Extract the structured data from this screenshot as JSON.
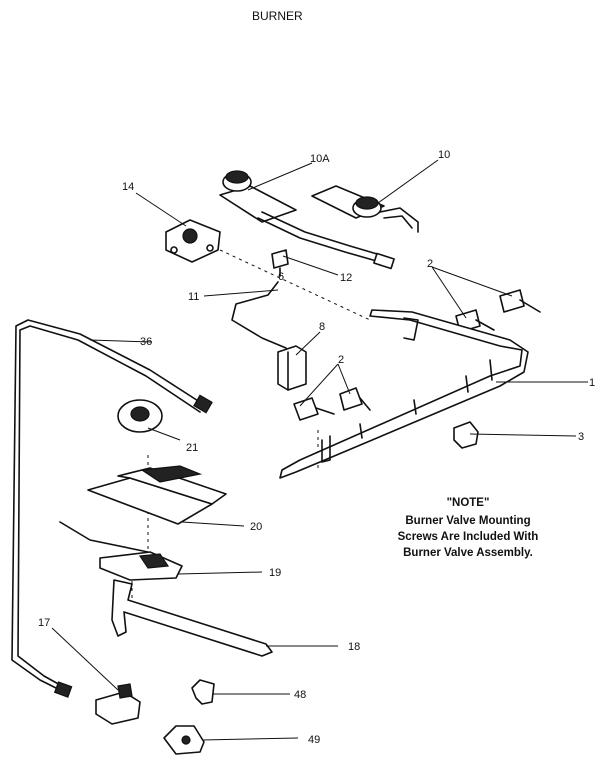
{
  "title": "BURNER",
  "callouts": {
    "p10a": "10A",
    "p10": "10",
    "p14": "14",
    "p2a": "2",
    "p12": "12",
    "p6": "6",
    "p11": "11",
    "p8": "8",
    "p36": "36",
    "p2b": "2",
    "p1": "1",
    "p3": "3",
    "p21": "21",
    "p20": "20",
    "p19": "19",
    "p17": "17",
    "p18": "18",
    "p48": "48",
    "p49": "49"
  },
  "note": {
    "heading": "\"NOTE\"",
    "line1": "Burner Valve Mounting",
    "line2": "Screws Are Included With",
    "line3": "Burner Valve Assembly."
  }
}
